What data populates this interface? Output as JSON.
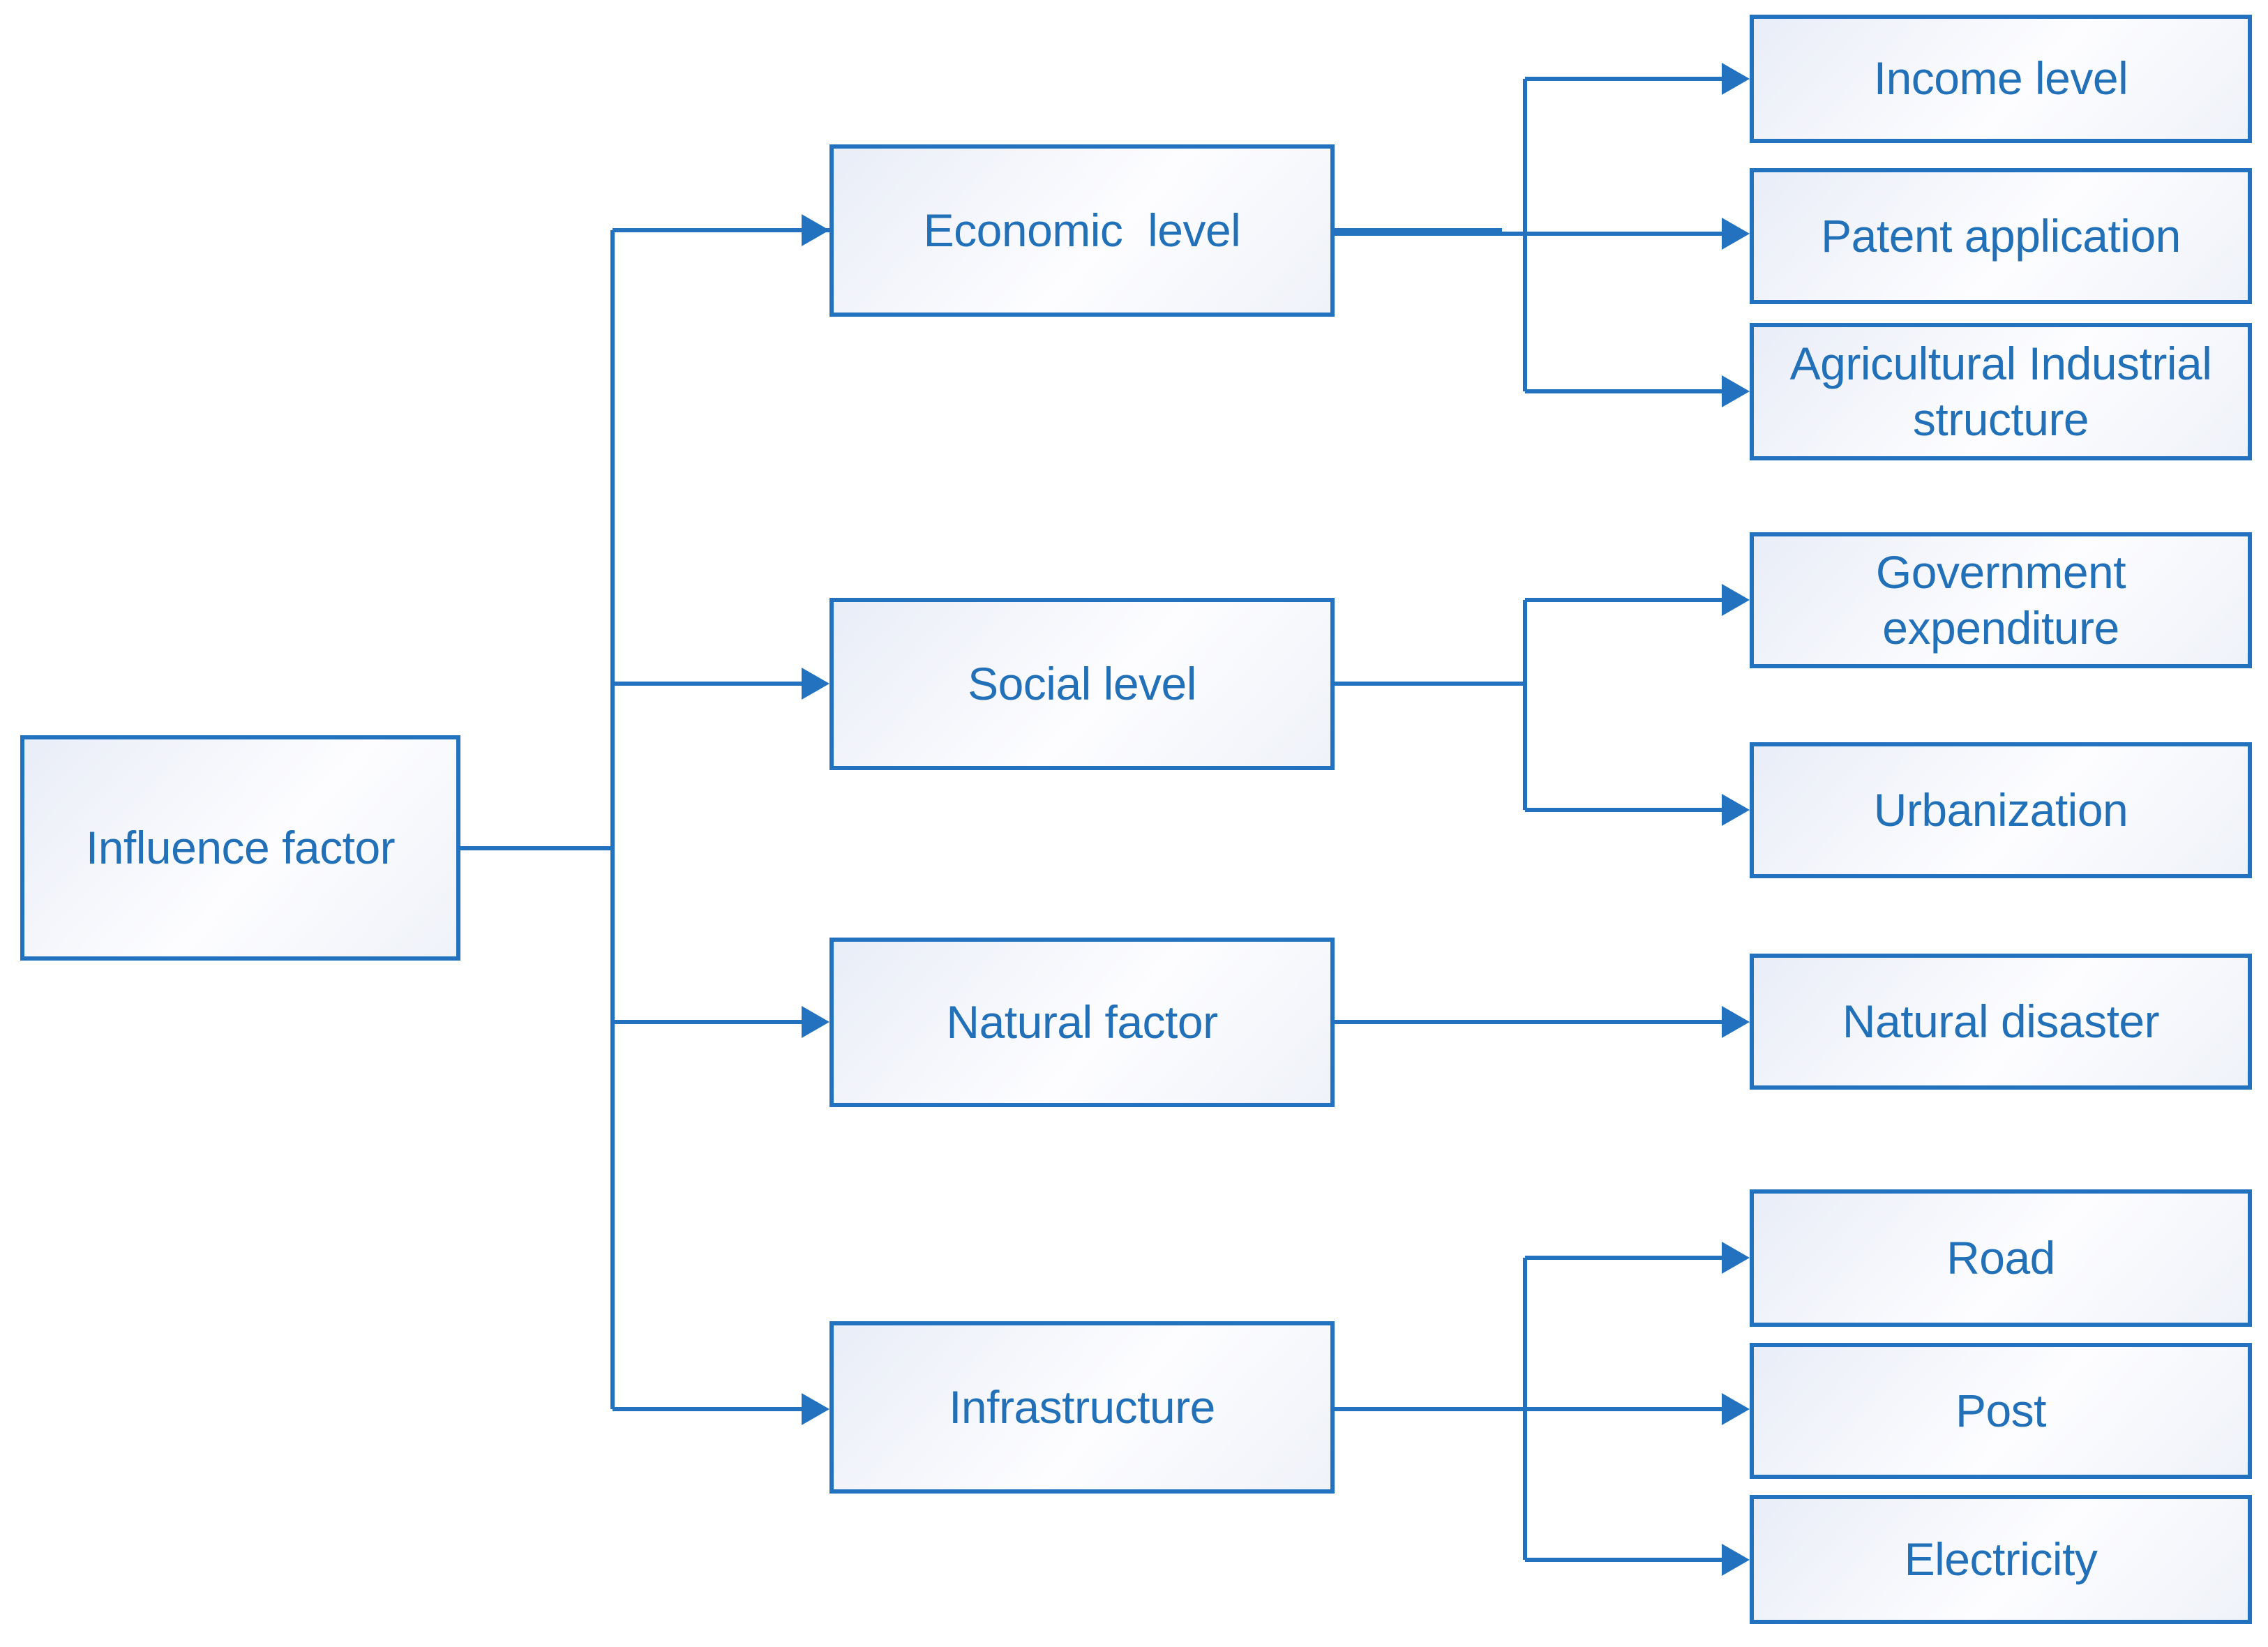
{
  "colors": {
    "line": "#2272c0",
    "text": "#2170b8"
  },
  "nodes": {
    "influence": {
      "label": "Influence factor"
    },
    "economic": {
      "label": "Economic  level"
    },
    "social": {
      "label": "Social level"
    },
    "natural": {
      "label": "Natural factor"
    },
    "infrastructure": {
      "label": "Infrastructure"
    },
    "income": {
      "label": "Income level"
    },
    "patent": {
      "label": "Patent application"
    },
    "agricultural": {
      "label": "Agricultural Industrial\nstructure"
    },
    "government": {
      "label": "Government\nexpenditure"
    },
    "urbanization": {
      "label": "Urbanization"
    },
    "disaster": {
      "label": "Natural disaster"
    },
    "road": {
      "label": "Road"
    },
    "post": {
      "label": "Post"
    },
    "electricity": {
      "label": "Electricity"
    }
  },
  "hierarchy": {
    "Influence factor": [
      "Economic level",
      "Social level",
      "Natural factor",
      "Infrastructure"
    ],
    "Economic level": [
      "Income level",
      "Patent application",
      "Agricultural Industrial structure"
    ],
    "Social level": [
      "Government expenditure",
      "Urbanization"
    ],
    "Natural factor": [
      "Natural disaster"
    ],
    "Infrastructure": [
      "Road",
      "Post",
      "Electricity"
    ]
  }
}
